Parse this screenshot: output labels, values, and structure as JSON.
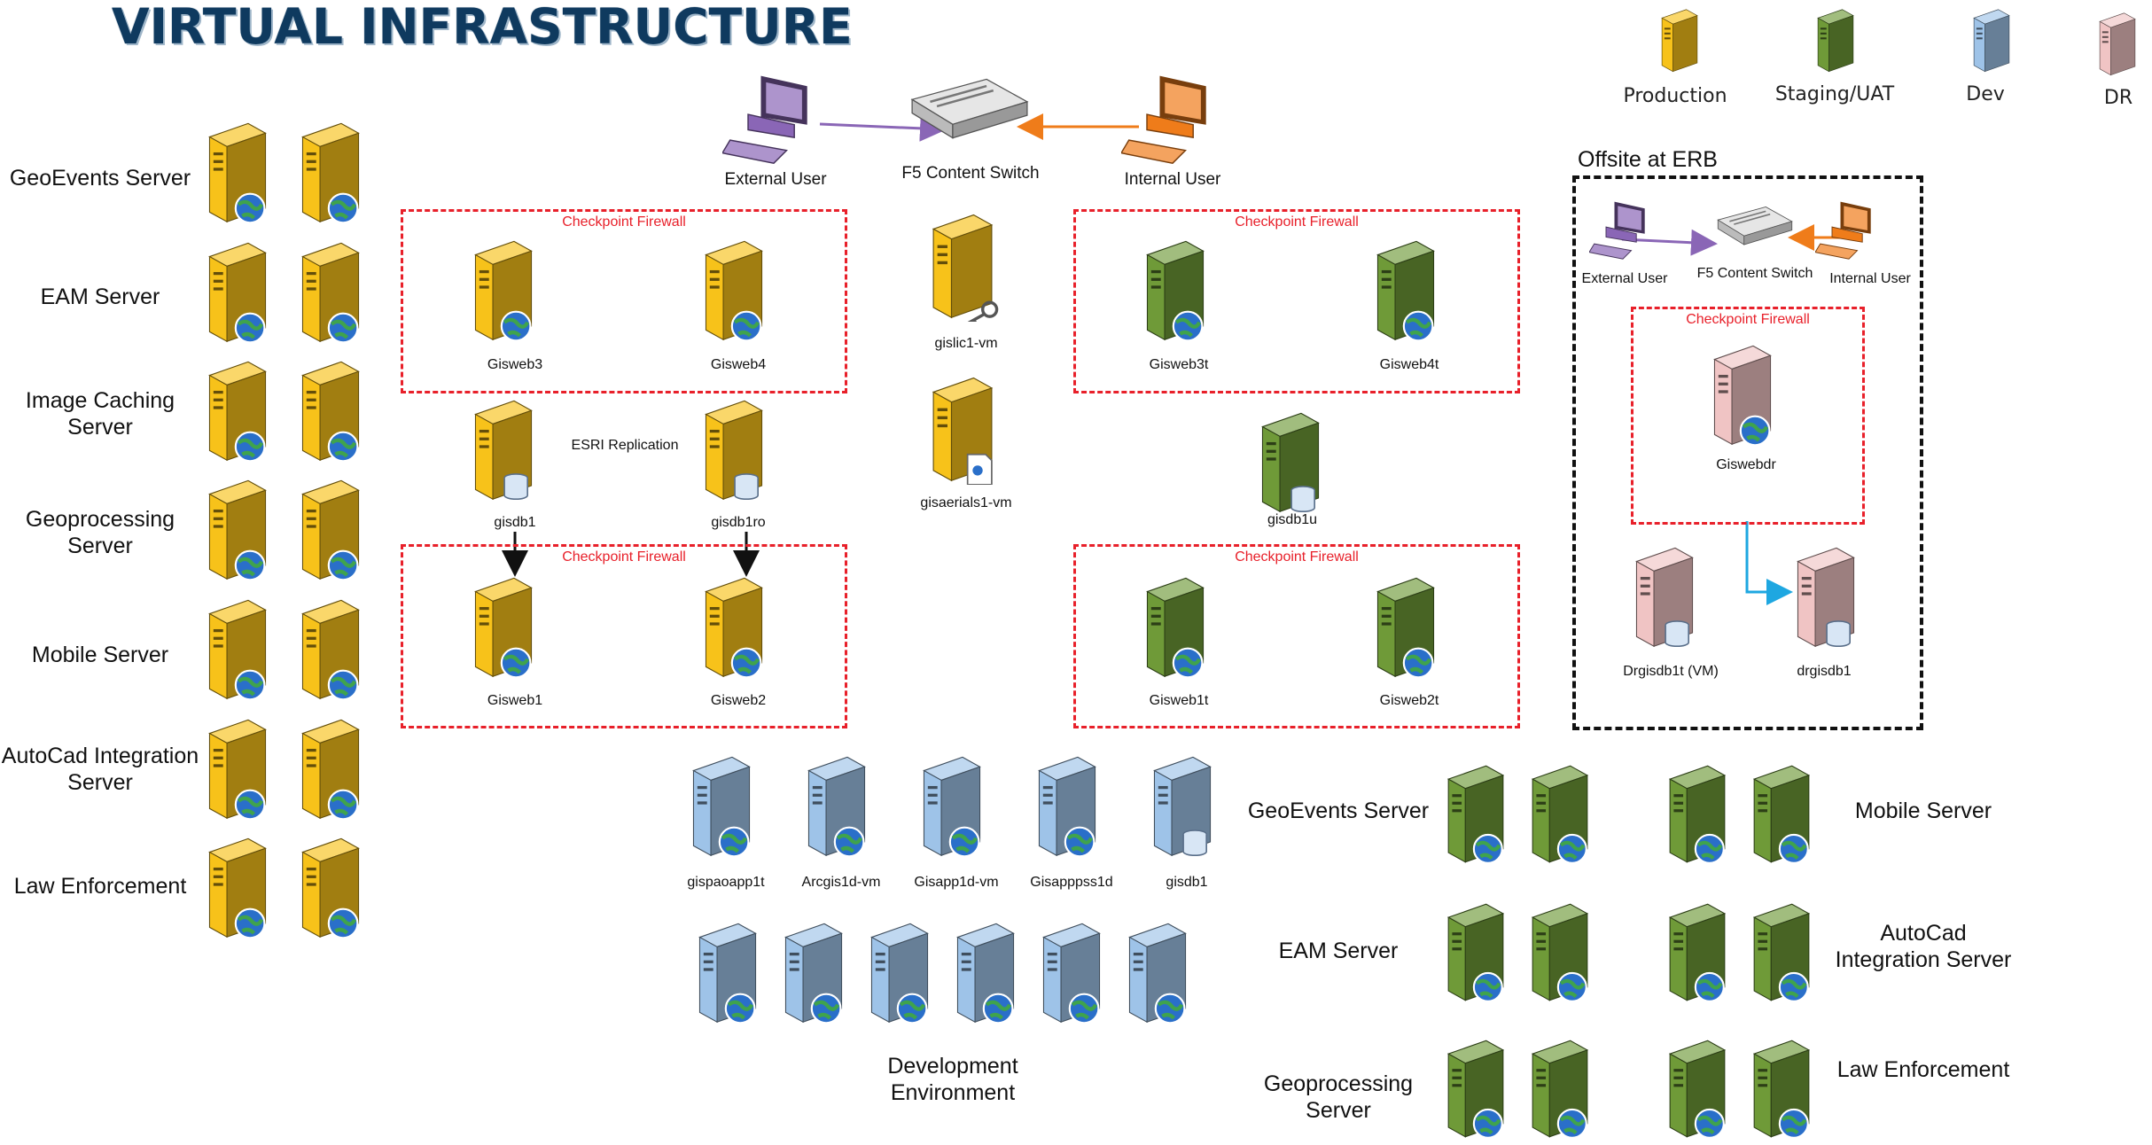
{
  "title": "VIRTUAL INFRASTRUCTURE",
  "legend": {
    "production": "Production",
    "staging": "Staging/UAT",
    "dev": "Dev",
    "dr": "DR"
  },
  "colors": {
    "production": "#f7c21a",
    "staging": "#6f9a38",
    "dev": "#9ec3e8",
    "dr": "#f0c4c4",
    "firewall": "#e8202a",
    "user_line": "#8a66b6",
    "internal_line": "#ef7c1a",
    "replication_line": "#1ea7e1"
  },
  "network": {
    "external_user": "External User",
    "switch": "F5 Content Switch",
    "internal_user": "Internal User"
  },
  "firewall_label": "Checkpoint Firewall",
  "production": {
    "left_groups": [
      "GeoEvents Server",
      "EAM Server",
      "Image Caching Server",
      "Geoprocessing Server",
      "Mobile Server",
      "AutoCad Integration Server",
      "Law Enforcement"
    ],
    "web_upper": [
      "Gisweb3",
      "Gisweb4"
    ],
    "web_lower": [
      "Gisweb1",
      "Gisweb2"
    ],
    "db": [
      "gisdb1",
      "gisdb1ro"
    ],
    "replication": "ESRI Replication",
    "license": "gislic1-vm",
    "aerials": "gisaerials1-vm"
  },
  "staging": {
    "web_upper": [
      "Gisweb3t",
      "Gisweb4t"
    ],
    "web_lower": [
      "Gisweb1t",
      "Gisweb2t"
    ],
    "db": "gisdb1u",
    "groups_left": [
      "GeoEvents Server",
      "EAM Server",
      "Geoprocessing Server"
    ],
    "groups_right": [
      "Mobile Server",
      "AutoCad Integration Server",
      "Law Enforcement"
    ]
  },
  "dev": {
    "servers": [
      "gispaoapp1t",
      "Arcgis1d-vm",
      "Gisapp1d-vm",
      "Gisapppss1d",
      "gisdb1"
    ],
    "environment": "Development Environment"
  },
  "offsite": {
    "title": "Offsite at ERB",
    "external_user": "External User",
    "switch": "F5 Content Switch",
    "internal_user": "Internal User",
    "web": "Giswebdr",
    "db_vm": "Drgisdb1t (VM)",
    "db": "drgisdb1"
  }
}
